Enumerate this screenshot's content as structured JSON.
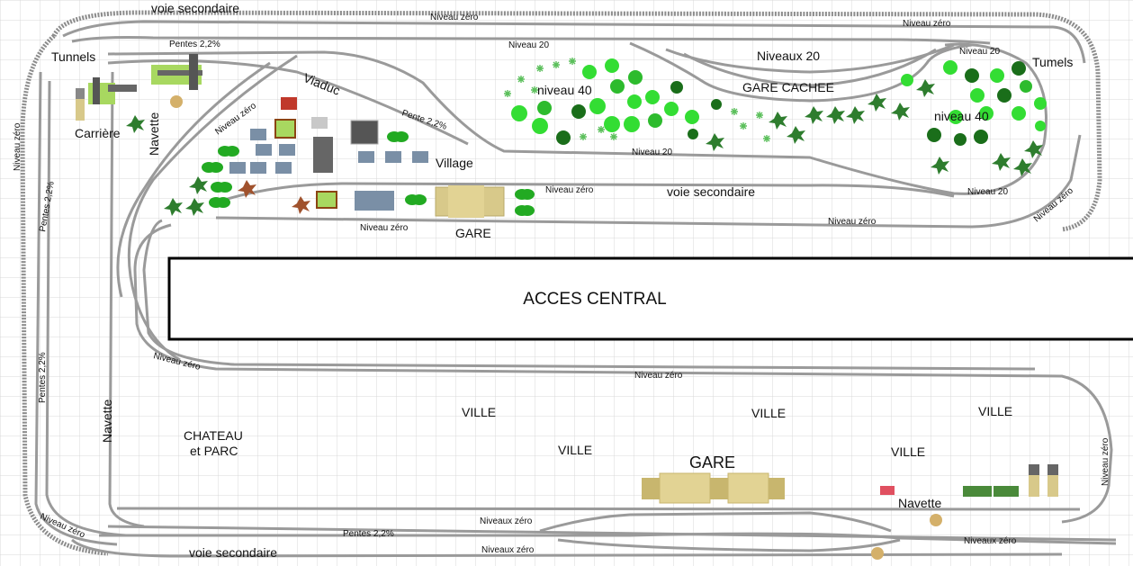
{
  "diagram": {
    "labels": {
      "voie_secondaire_top": "voie secondaire",
      "niveau_zero_top": "Niveau zéro",
      "niveau_zero_top_right": "Niveau zéro",
      "niveau_20_top": "Niveau 20",
      "niveaux_20": "Niveaux 20",
      "niveau_20_right": "Niveau 20",
      "niveau_20_mid": "Niveau 20",
      "niveau_20_lower_right": "Niveau 20",
      "tunnels_left": "Tunnels",
      "tumels_right": "Tumels",
      "pentes_top": "Pentes 2,2%",
      "viaduc": "Viaduc",
      "pente_viaduc": "Pente 2,2%",
      "niveau_zero_diag": "Niveau zéro",
      "niveau_40_left": "niveau 40",
      "niveau_40_right": "niveau 40",
      "gare_cachee": "GARE CACHEE",
      "carriere": "Carrière",
      "navette_top": "Navette",
      "village": "Village",
      "niveau_zero_under_village": "Niveau zéro",
      "voie_secondaire_mid": "voie secondaire",
      "niveau_zero_left_station": "Niveau zéro",
      "gare_top": "GARE",
      "niveau_zero_right_mid": "Niveau zéro",
      "niveau_zero_far_right": "Niveau zéro",
      "niveau_zero_left_vertical": "Niveau zéro",
      "pentes_left_1": "Pentes 2,2%",
      "pentes_left_2": "Pentes 2,2%",
      "acces_central": "ACCES CENTRAL",
      "niveau_zero_curve": "Niveau zéro",
      "niveau_zero_center": "Niveau zéro",
      "ville_1": "VILLE",
      "ville_2": "VILLE",
      "ville_3": "VILLE",
      "ville_4": "VILLE",
      "ville_5": "VILLE",
      "chateau": "CHATEAU",
      "et_parc": "et PARC",
      "gare_bottom": "GARE",
      "navette_left": "Navette",
      "navette_bottom": "Navette",
      "niveau_zero_right_vertical": "Niveau zéro",
      "niveaux_zero_1": "Niveaux zéro",
      "niveaux_zero_2": "Niveaux zéro",
      "niveaux_zero_3": "Niveaux zéro",
      "pentes_bottom": "Pentes 2,2%",
      "voie_secondaire_bottom": "voie secondaire",
      "niveau_zero_bottom_left": "Niveau zéro"
    },
    "colors": {
      "rail": "#9a9a9a",
      "tree_light": "#33dd33",
      "tree_dark": "#1a6e1a",
      "conifer": "#2e7d2e",
      "station": "#d8c98a",
      "house_roof": "#7a8fa6",
      "grid": "#d9d9d9"
    }
  }
}
